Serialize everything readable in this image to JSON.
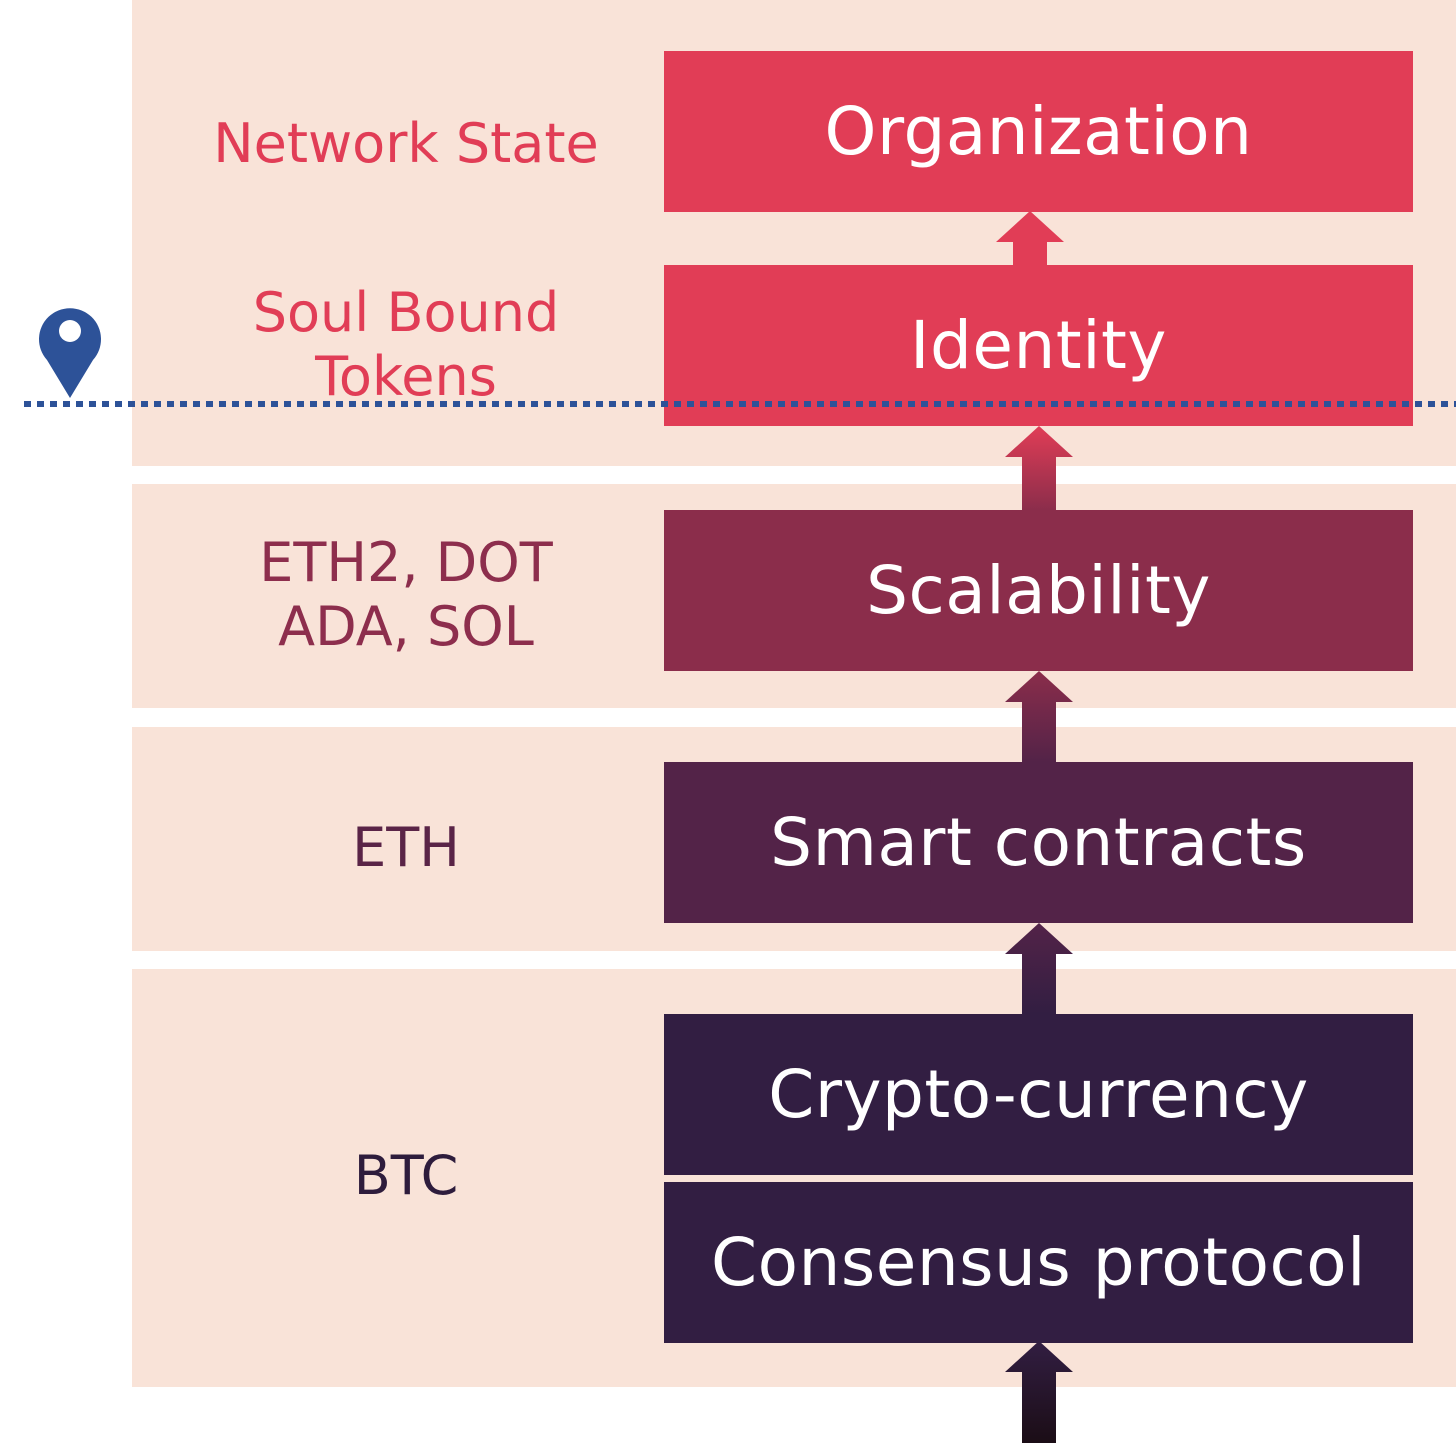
{
  "layers": {
    "organization": "Organization",
    "identity": "Identity",
    "scalability": "Scalability",
    "smart_contracts": "Smart contracts",
    "cryptocurrency": "Crypto-currency",
    "consensus": "Consensus protocol"
  },
  "labels": {
    "network_state": "Network State",
    "soul_bound": "Soul Bound\nTokens",
    "eth2": "ETH2, DOT\nADA, SOL",
    "eth": "ETH",
    "btc": "BTC"
  },
  "colors": {
    "band": "#f9e3d8",
    "pink": "#e13d56",
    "crimson": "#8b2d4b",
    "plum": "#532348",
    "dark": "#321e42",
    "marker": "#2d5298"
  },
  "marker_icon": "location-pin-icon"
}
